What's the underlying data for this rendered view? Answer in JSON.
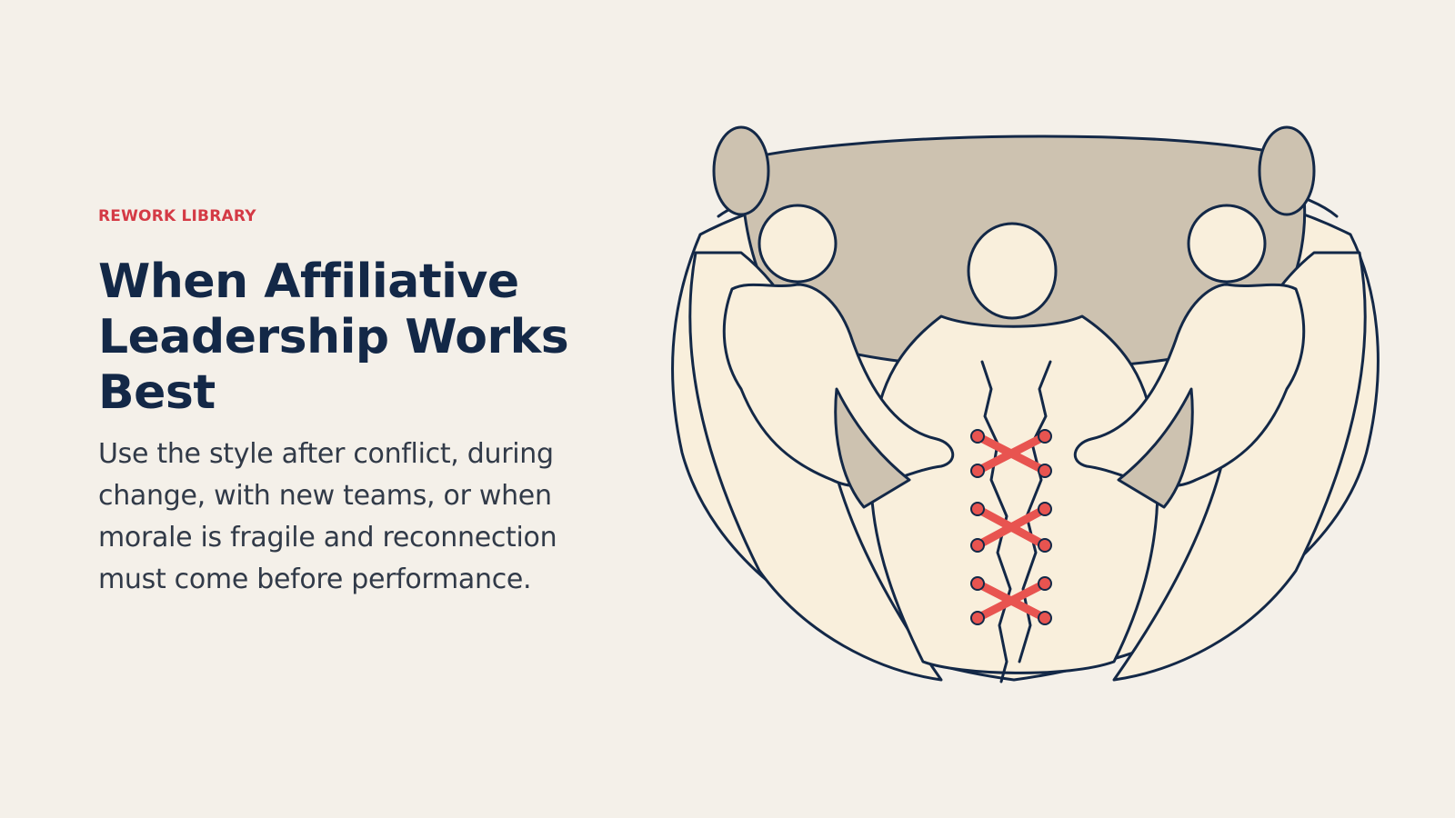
{
  "eyebrow": "REWORK LIBRARY",
  "title": "When Affiliative Leadership Works Best",
  "subtitle": "Use the style after conflict, during change, with new teams, or when morale is fragile and reconnection must come before performance.",
  "illustration": {
    "subject": "people figures forming a bowl stitched together with red laces",
    "colors": {
      "outline": "#132847",
      "figure_fill": "#f9efdc",
      "bowl_interior": "#cdc2b0",
      "lace": "#e85450"
    }
  }
}
